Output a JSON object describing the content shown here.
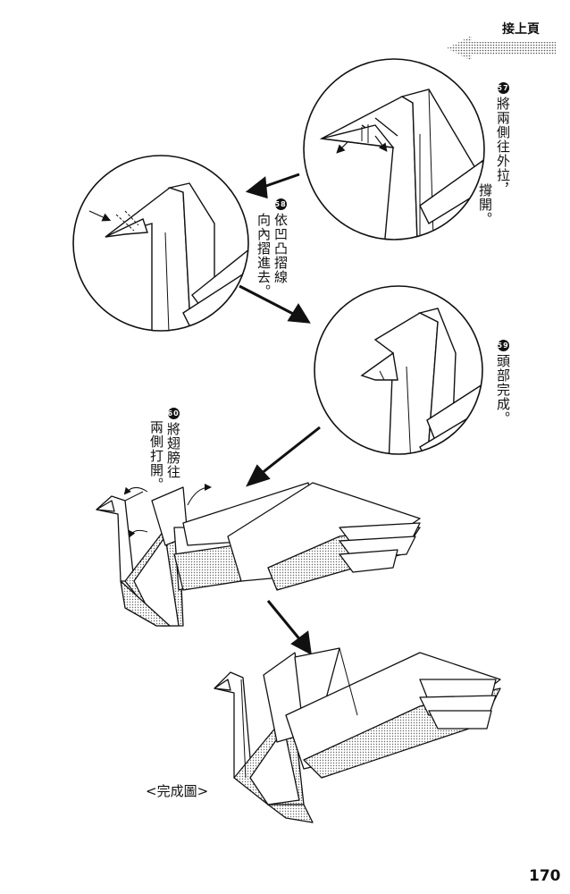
{
  "continue_label": "接上頁",
  "steps": [
    {
      "number": "57",
      "line1": "將兩側往外拉，",
      "line2": "撐開。"
    },
    {
      "number": "58",
      "line1": "依凹凸摺線",
      "line2": "向內摺進去。"
    },
    {
      "number": "59",
      "line1": "頭部完成。",
      "line2": ""
    },
    {
      "number": "60",
      "line1": "將翅膀往",
      "line2": "兩側打開。"
    }
  ],
  "completion_label": "<完成圖>",
  "page_number": "170"
}
